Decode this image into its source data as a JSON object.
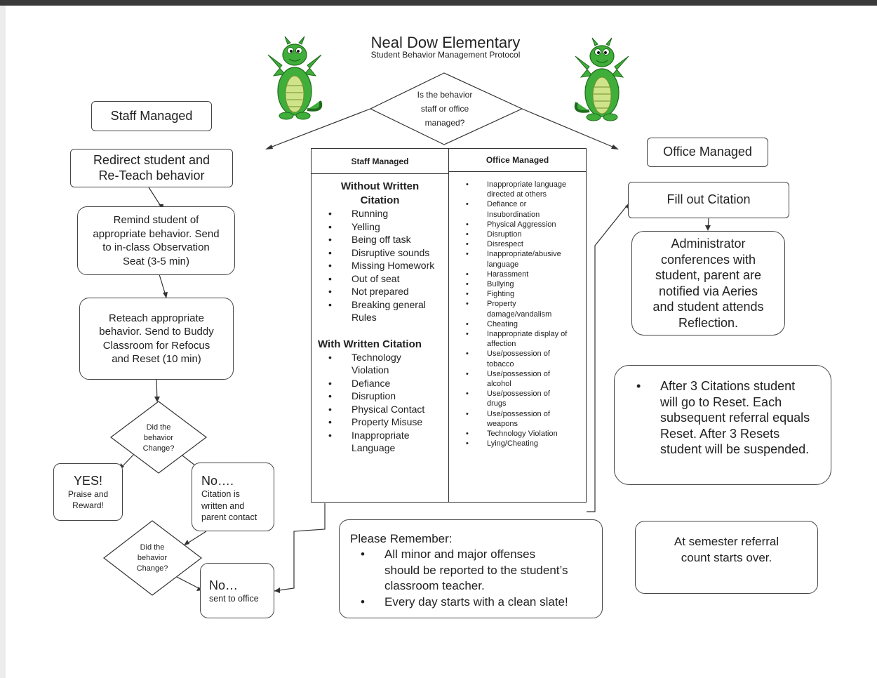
{
  "title": "Neal Dow Elementary",
  "subtitle": "Student Behavior Management Protocol",
  "decision_top": [
    "Is the behavior",
    "staff or office",
    "managed?"
  ],
  "staff_managed_label": "Staff Managed",
  "office_managed_label": "Office Managed",
  "left_flow": {
    "redirect": [
      "Redirect student and",
      "Re-Teach behavior"
    ],
    "remind": [
      "Remind student of",
      "appropriate behavior. Send",
      "to in-class Observation",
      "Seat (3-5 min)"
    ],
    "reteach": [
      "Reteach appropriate",
      "behavior. Send to Buddy",
      "Classroom for Refocus",
      "and Reset (10 min)"
    ],
    "decision1": [
      "Did the",
      "behavior",
      "Change?"
    ],
    "yes_title": "YES!",
    "yes_text": [
      "Praise and",
      "Reward!"
    ],
    "no1_title": "No….",
    "no1_text": [
      "Citation is",
      "written and",
      "parent contact"
    ],
    "decision2": [
      "Did the",
      "behavior",
      "Change?"
    ],
    "no2_title": "No…",
    "no2_text": "sent to office"
  },
  "table": {
    "col1_header": "Staff Managed",
    "col2_header": "Office Managed",
    "without_heading": [
      "Without Written",
      "Citation"
    ],
    "without_items": [
      "Running",
      "Yelling",
      "Being off task",
      "Disruptive sounds",
      "Missing Homework",
      "Out of seat",
      "Not prepared",
      [
        "Breaking general",
        "Rules"
      ]
    ],
    "with_heading": "With Written Citation",
    "with_items": [
      [
        "Technology",
        "Violation"
      ],
      "Defiance",
      "Disruption",
      "Physical Contact",
      "Property Misuse",
      [
        "Inappropriate",
        "Language"
      ]
    ],
    "office_items": [
      [
        "Inappropriate language",
        "directed at others"
      ],
      [
        "Defiance or",
        "Insubordination"
      ],
      "Physical Aggression",
      "Disruption",
      "Disrespect",
      [
        "Inappropriate/abusive",
        "language"
      ],
      "Harassment",
      "Bullying",
      "Fighting",
      [
        "Property",
        "damage/vandalism"
      ],
      "Cheating",
      [
        "Inappropriate display of",
        "affection"
      ],
      [
        "Use/possession of",
        "tobacco"
      ],
      [
        "Use/possession of",
        "alcohol"
      ],
      [
        "Use/possession of",
        "drugs"
      ],
      [
        "Use/possession of",
        "weapons"
      ],
      "Technology Violation",
      "Lying/Cheating"
    ]
  },
  "right_flow": {
    "fill_citation": "Fill out Citation",
    "admin": [
      "Administrator",
      "conferences with",
      "student, parent are",
      "notified via Aeries",
      "and student attends",
      "Reflection."
    ],
    "citations_rule": [
      "After 3 Citations student",
      "will go to Reset.  Each",
      "subsequent referral equals",
      "Reset.  After 3 Resets",
      "student will be suspended."
    ],
    "semester": [
      "At semester referral",
      "count starts over."
    ]
  },
  "remember": {
    "title": "Please Remember:",
    "items": [
      [
        "All minor and major offenses",
        "should be reported to the student’s",
        "classroom teacher."
      ],
      [
        "Every day starts with a clean slate!"
      ]
    ]
  },
  "colors": {
    "dragon_green": "#3fae3a",
    "dragon_belly": "#cfe48a",
    "line": "#333333"
  }
}
